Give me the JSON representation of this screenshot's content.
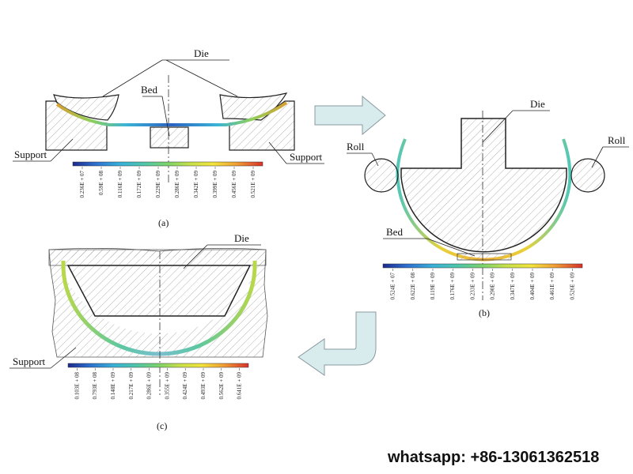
{
  "panel_a": {
    "caption": "(a)",
    "labels": {
      "die": "Die",
      "bed": "Bed",
      "support_left": "Support",
      "support_right": "Support"
    },
    "scale_ticks": [
      "0.236E + 07",
      "0.59E + 08",
      "0.116E + 09",
      "0.172E + 09",
      "0.229E + 09",
      "0.286E + 09",
      "0.342E + 09",
      "0.399E + 09",
      "0.456E + 09",
      "0.521E + 09"
    ]
  },
  "panel_b": {
    "caption": "(b)",
    "labels": {
      "die": "Die",
      "roll_left": "Roll",
      "roll_right": "Roll",
      "bed": "Bed"
    },
    "scale_ticks": [
      "0.524E + 07",
      "0.622E + 08",
      "0.119E + 09",
      "0.176E + 09",
      "0.233E + 09",
      "0.290E + 09",
      "0.347E + 09",
      "0.404E + 09",
      "0.461E + 09",
      "0.526E + 09"
    ]
  },
  "panel_c": {
    "caption": "(c)",
    "labels": {
      "die": "Die",
      "support": "Support"
    },
    "scale_ticks": [
      "0.103E + 08",
      "0.793E + 08",
      "0.148E + 09",
      "0.217E + 09",
      "0.286E + 09",
      "0.355E + 09",
      "0.424E + 09",
      "0.493E + 09",
      "0.562E + 09",
      "0.641E + 09"
    ]
  },
  "watermark": "whatsapp: +86-13061362518",
  "colors": {
    "arrow_fill": "#d8ecee",
    "arrow_stroke": "#8a9aa0",
    "outline": "#222222",
    "hatch": "#9a9a9a"
  }
}
